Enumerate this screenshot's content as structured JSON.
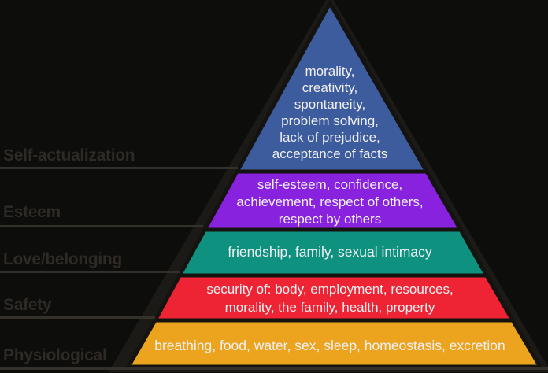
{
  "colors": {
    "background": "#0d0d0b",
    "outline": "#1b1a17",
    "band_separator": "#141310",
    "label_text": "#2e2a25",
    "label_line": "#34302a",
    "band_text": "#f0f0f2"
  },
  "pyramid": {
    "levels": [
      {
        "label": "Self-actualization",
        "items": "morality,\ncreativity,\nspontaneity,\nproblem solving,\nlack of prejudice,\nacceptance of facts",
        "color": "#3d5c9e"
      },
      {
        "label": "Esteem",
        "items": "self-esteem, confidence,\nachievement, respect of others,\nrespect by others",
        "color": "#8822df"
      },
      {
        "label": "Love/belonging",
        "items": "friendship, family, sexual intimacy",
        "color": "#0f9180"
      },
      {
        "label": "Safety",
        "items": "security of: body, employment, resources,\nmorality, the family, health, property",
        "color": "#ee2434"
      },
      {
        "label": "Physiological",
        "items": "breathing, food, water, sex, sleep, homeostasis, excretion",
        "color": "#eca31d"
      }
    ]
  }
}
